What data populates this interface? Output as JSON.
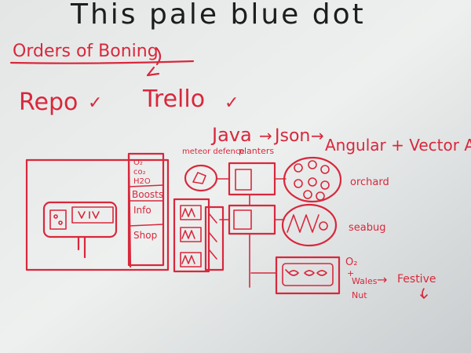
{
  "board": {
    "title": "This pale blue dot",
    "heading": "Orders of Boning",
    "tasks": [
      {
        "label": "Repo",
        "mark": "✓"
      },
      {
        "label": "Trello",
        "mark": "✓"
      }
    ],
    "pipeline": [
      "Java",
      "→",
      "Json",
      "→",
      "Angular + Vector Art"
    ],
    "game_panel": {
      "side_items": [
        "O₂",
        "co₂",
        "H2O",
        "Boosts",
        "Info",
        "Shop"
      ]
    },
    "zones": {
      "meteor": "meteor defence",
      "planters": "planters",
      "orchard": "orchard",
      "seabug": "seabug",
      "resources": [
        "O₂",
        "+",
        "Wales",
        "Nut"
      ],
      "festive": "Festive",
      "arrow": "→"
    }
  }
}
